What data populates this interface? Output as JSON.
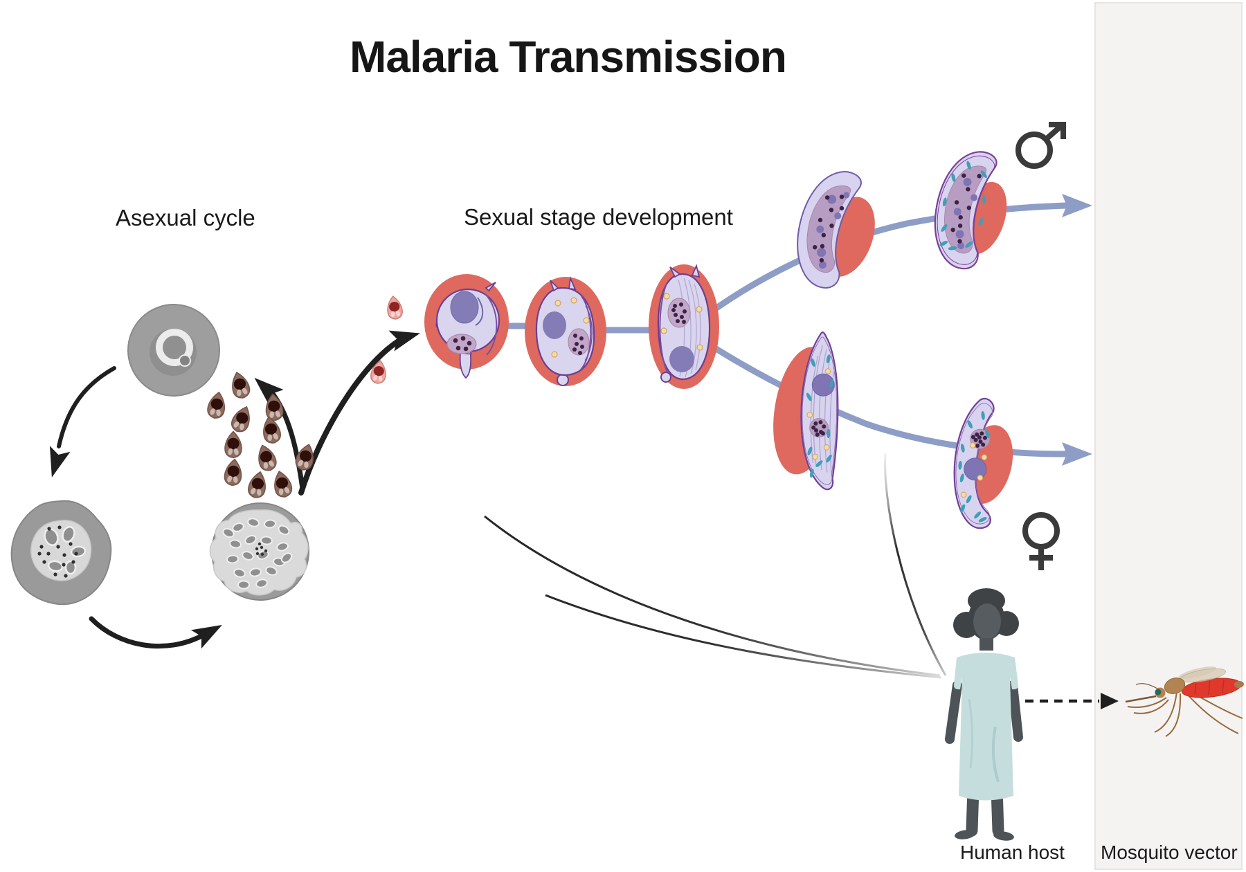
{
  "title": "Malaria Transmission",
  "sections": {
    "asexual": {
      "label": "Asexual cycle"
    },
    "sexual": {
      "label": "Sexual stage development"
    }
  },
  "branches": {
    "male": {
      "symbol": "♂"
    },
    "female": {
      "symbol": "♀"
    }
  },
  "hosts": {
    "human": {
      "label": "Human host"
    },
    "mosquito": {
      "label": "Mosquito vector"
    }
  },
  "figures": {
    "asexual_cycle": [
      "ring-stage-infected-cell",
      "trophozoite-cell",
      "schizont-cell",
      "brown-merozoites"
    ],
    "sexual_stages": [
      "committed-pink-merozoites",
      "stage-1-gametocyte",
      "stage-2-gametocyte",
      "stage-3-gametocyte",
      "male-gametocyte-early",
      "male-gametocyte-mature",
      "female-gametocyte-early",
      "female-gametocyte-mature"
    ],
    "host_figures": [
      "human-host-silhouette",
      "mosquito-illustration"
    ]
  },
  "colors": {
    "background": "#ffffff",
    "panel": "#f4f3f2",
    "panel_border": "#e5e4e3",
    "red_blood_cell": "#df695e",
    "parasite_cytoplasm": "#d8d3ee",
    "parasite_outline": "#6b3f8f",
    "parasite_nucleus": "#837cb6",
    "pigment_cluster": "#c2a7c9",
    "pigment_dots": "#3c2245",
    "teal_granules": "#3f9fb8",
    "yellow_granules": "#f5dba6",
    "infected_gray_cell": "#9b9b9b",
    "merozoite_brown": "#8d6b5f",
    "merozoite_pink": "#f0a6a0",
    "flow_arrow_blue": "#8e9dc5",
    "arrow_black": "#1f1f1f",
    "symbol_gray": "#3a3a3a",
    "human_skin": "#4e5357",
    "human_gown": "#c5dddd",
    "mosquito_body": "#b28452",
    "mosquito_blood": "#e0392c"
  }
}
